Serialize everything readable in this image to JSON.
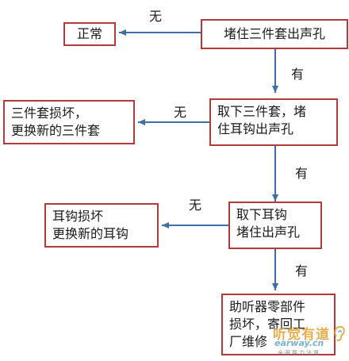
{
  "nodes": {
    "normal": "正常",
    "plug_sleeve": [
      "堵住三件套出声孔"
    ],
    "sleeve_broken": [
      "三件套损坏，",
      "更换新的三件套"
    ],
    "remove_sleeve": [
      "取下三件套，堵",
      "住耳钩出声孔"
    ],
    "hook_broken": [
      "耳钩损坏",
      "更换新的耳钩"
    ],
    "remove_hook": [
      "取下耳钩",
      "堵住出声孔"
    ],
    "parts_broken": [
      "助听器零部件",
      "损坏，寄回工",
      "厂维修"
    ]
  },
  "edges": {
    "no_1": "无",
    "yes_1": "有",
    "no_2": "无",
    "yes_2": "有",
    "no_3": "无",
    "yes_3": "有"
  },
  "watermark": {
    "brand": "听觉有道",
    "site": "earway.cn",
    "tagline": "全面帮力法督"
  },
  "colors": {
    "box_border": "#b23a3a",
    "arrow": "#3f6fa8"
  }
}
